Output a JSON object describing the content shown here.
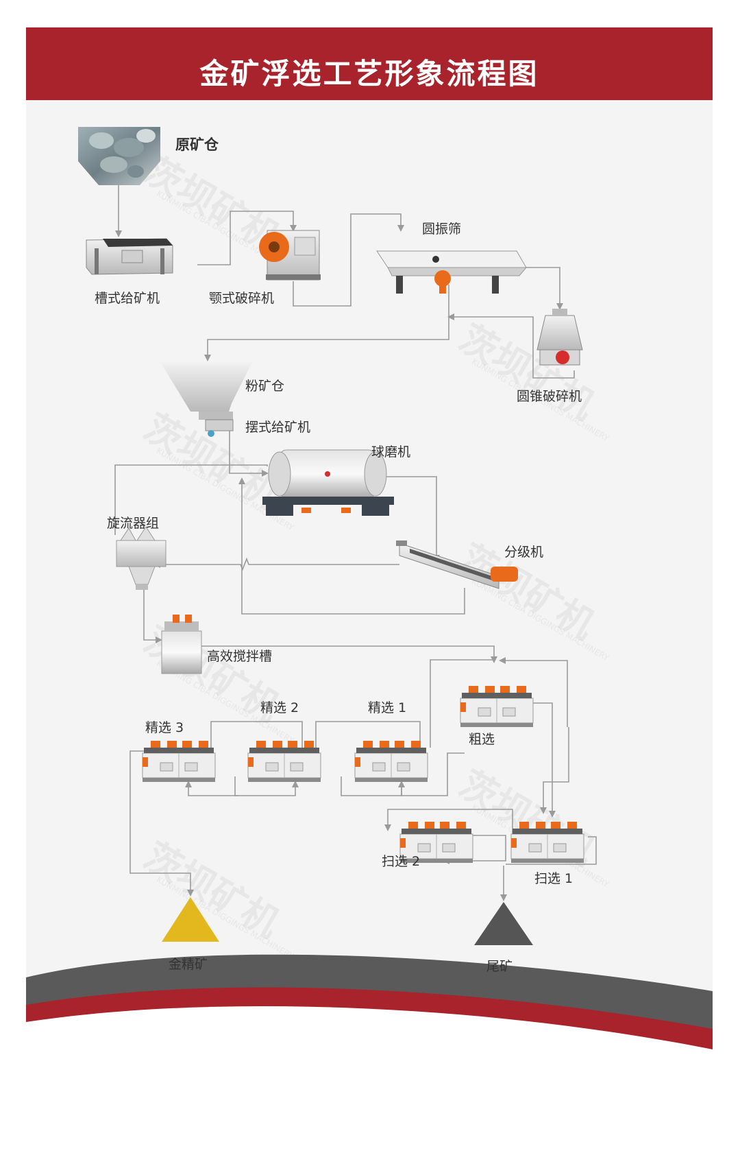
{
  "title": "金矿浮选工艺形象流程图",
  "watermark": {
    "text": "茨坝矿机",
    "subtext": "KUNMING CIBA DIGGINGS MACHINERY"
  },
  "equipment": {
    "raw_ore_bin": "原矿仓",
    "trough_feeder": "槽式给矿机",
    "jaw_crusher": "颚式破碎机",
    "vibrating_screen": "圆振筛",
    "cone_crusher": "圆锥破碎机",
    "fine_ore_bin": "粉矿仓",
    "pendulum_feeder": "摆式给矿机",
    "ball_mill": "球磨机",
    "hydrocyclone_group": "旋流器组",
    "classifier": "分级机",
    "agitation_tank": "高效搅拌槽",
    "rougher": "粗选",
    "cleaner_1": "精选 1",
    "cleaner_2": "精选 2",
    "cleaner_3": "精选 3",
    "scavenger_1": "扫选 1",
    "scavenger_2": "扫选 2",
    "gold_concentrate": "金精矿",
    "tailings": "尾矿"
  },
  "colors": {
    "header_red": "#a8232c",
    "arrow_gray": "#9a9a9a",
    "concentrate_gold": "#e3b81f",
    "tailings_gray": "#555555",
    "machine_orange": "#e86a1a"
  }
}
